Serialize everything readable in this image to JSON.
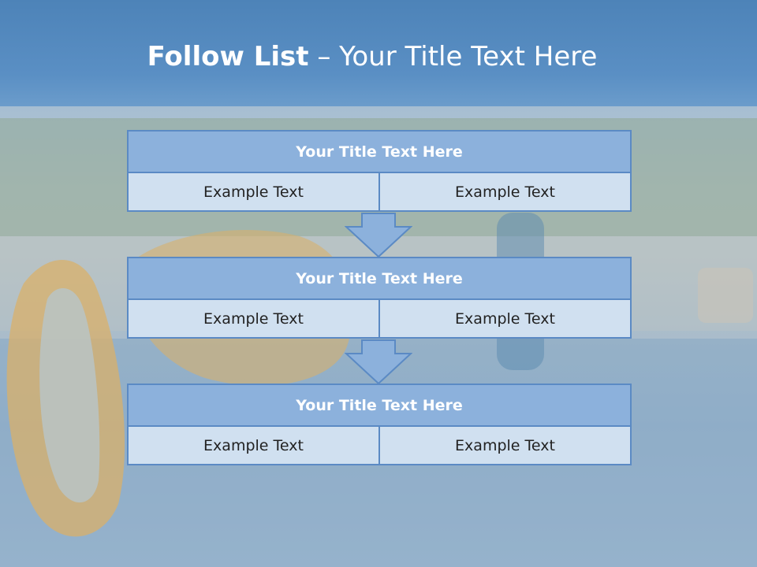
{
  "title": {
    "bold": "Follow List",
    "rest": " – Your Title Text Here"
  },
  "blocks": [
    {
      "title": "Your Title Text Here",
      "left": "Example Text",
      "right": "Example Text"
    },
    {
      "title": "Your Title Text Here",
      "left": "Example Text",
      "right": "Example Text"
    },
    {
      "title": "Your Title Text Here",
      "left": "Example Text",
      "right": "Example Text"
    }
  ],
  "colors": {
    "header": "#5a8fc4",
    "block_title_fill": "#8cb1dc",
    "cell_fill": "#d0e0f0",
    "border": "#5b8ac4"
  }
}
